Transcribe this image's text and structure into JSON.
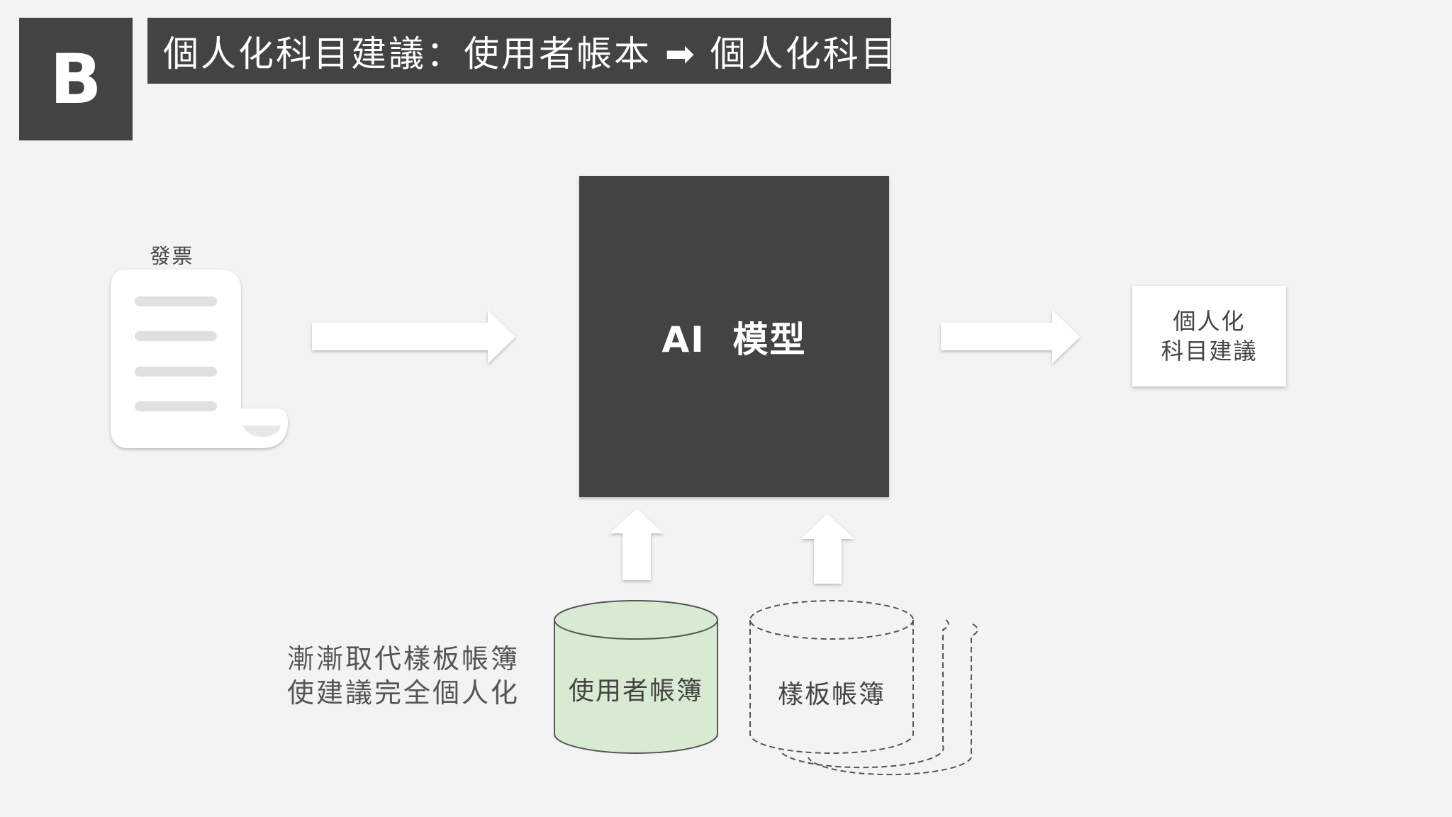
{
  "badge": {
    "letter": "B"
  },
  "title": "個人化科目建議：使用者帳本 ➡ 個人化科目",
  "invoice": {
    "label": "發票",
    "icon": "receipt-scroll-icon"
  },
  "ai_model": {
    "label": "AI  模型"
  },
  "output": {
    "line1": "個人化",
    "line2": "科目建議"
  },
  "user_ledger": {
    "label": "使用者帳簿",
    "color": "#d9ead3"
  },
  "template_ledger": {
    "label": "樣板帳簿"
  },
  "note": {
    "line1": "漸漸取代樣板帳簿",
    "line2": "使建議完全個人化"
  },
  "colors": {
    "dark": "#434343",
    "background": "#f3f3f3",
    "arrow": "#ffffff"
  }
}
